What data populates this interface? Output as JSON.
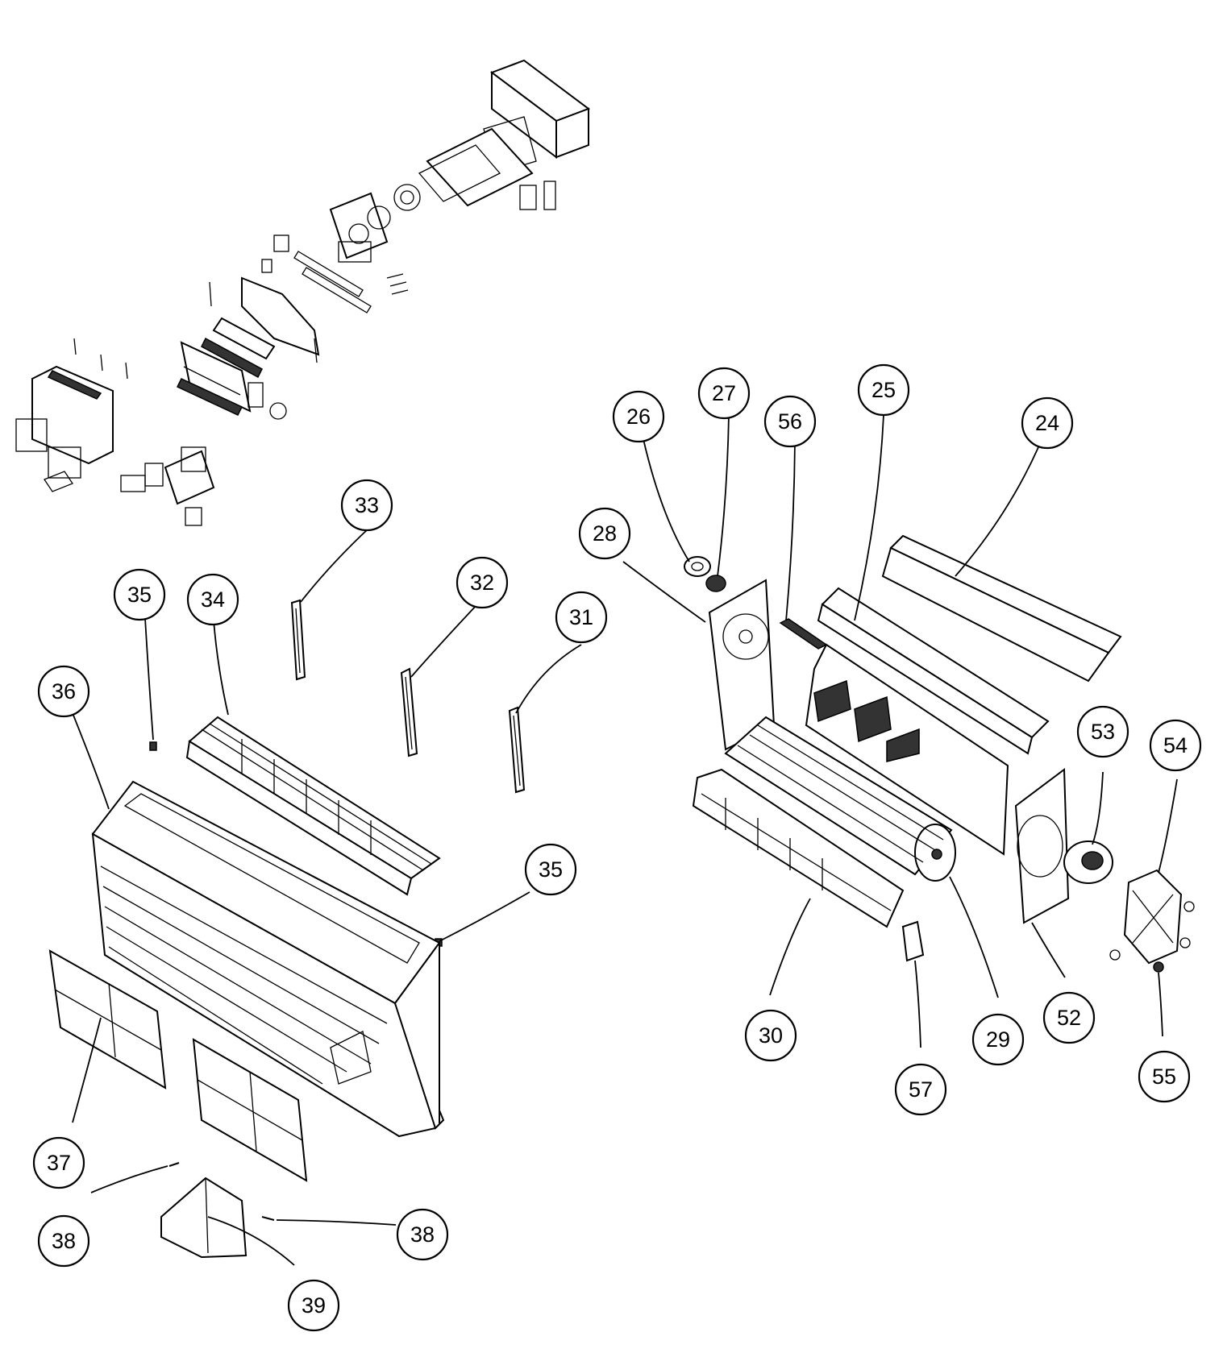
{
  "diagram": {
    "callouts": [
      {
        "id": "c24",
        "label": "24"
      },
      {
        "id": "c25",
        "label": "25"
      },
      {
        "id": "c26",
        "label": "26"
      },
      {
        "id": "c27",
        "label": "27"
      },
      {
        "id": "c56",
        "label": "56"
      },
      {
        "id": "c28",
        "label": "28"
      },
      {
        "id": "c33",
        "label": "33"
      },
      {
        "id": "c32",
        "label": "32"
      },
      {
        "id": "c31",
        "label": "31"
      },
      {
        "id": "c35a",
        "label": "35"
      },
      {
        "id": "c34",
        "label": "34"
      },
      {
        "id": "c36",
        "label": "36"
      },
      {
        "id": "c35b",
        "label": "35"
      },
      {
        "id": "c53",
        "label": "53"
      },
      {
        "id": "c54",
        "label": "54"
      },
      {
        "id": "c30",
        "label": "30"
      },
      {
        "id": "c29",
        "label": "29"
      },
      {
        "id": "c52",
        "label": "52"
      },
      {
        "id": "c57",
        "label": "57"
      },
      {
        "id": "c55",
        "label": "55"
      },
      {
        "id": "c37",
        "label": "37"
      },
      {
        "id": "c38a",
        "label": "38"
      },
      {
        "id": "c38b",
        "label": "38"
      },
      {
        "id": "c39",
        "label": "39"
      }
    ]
  }
}
